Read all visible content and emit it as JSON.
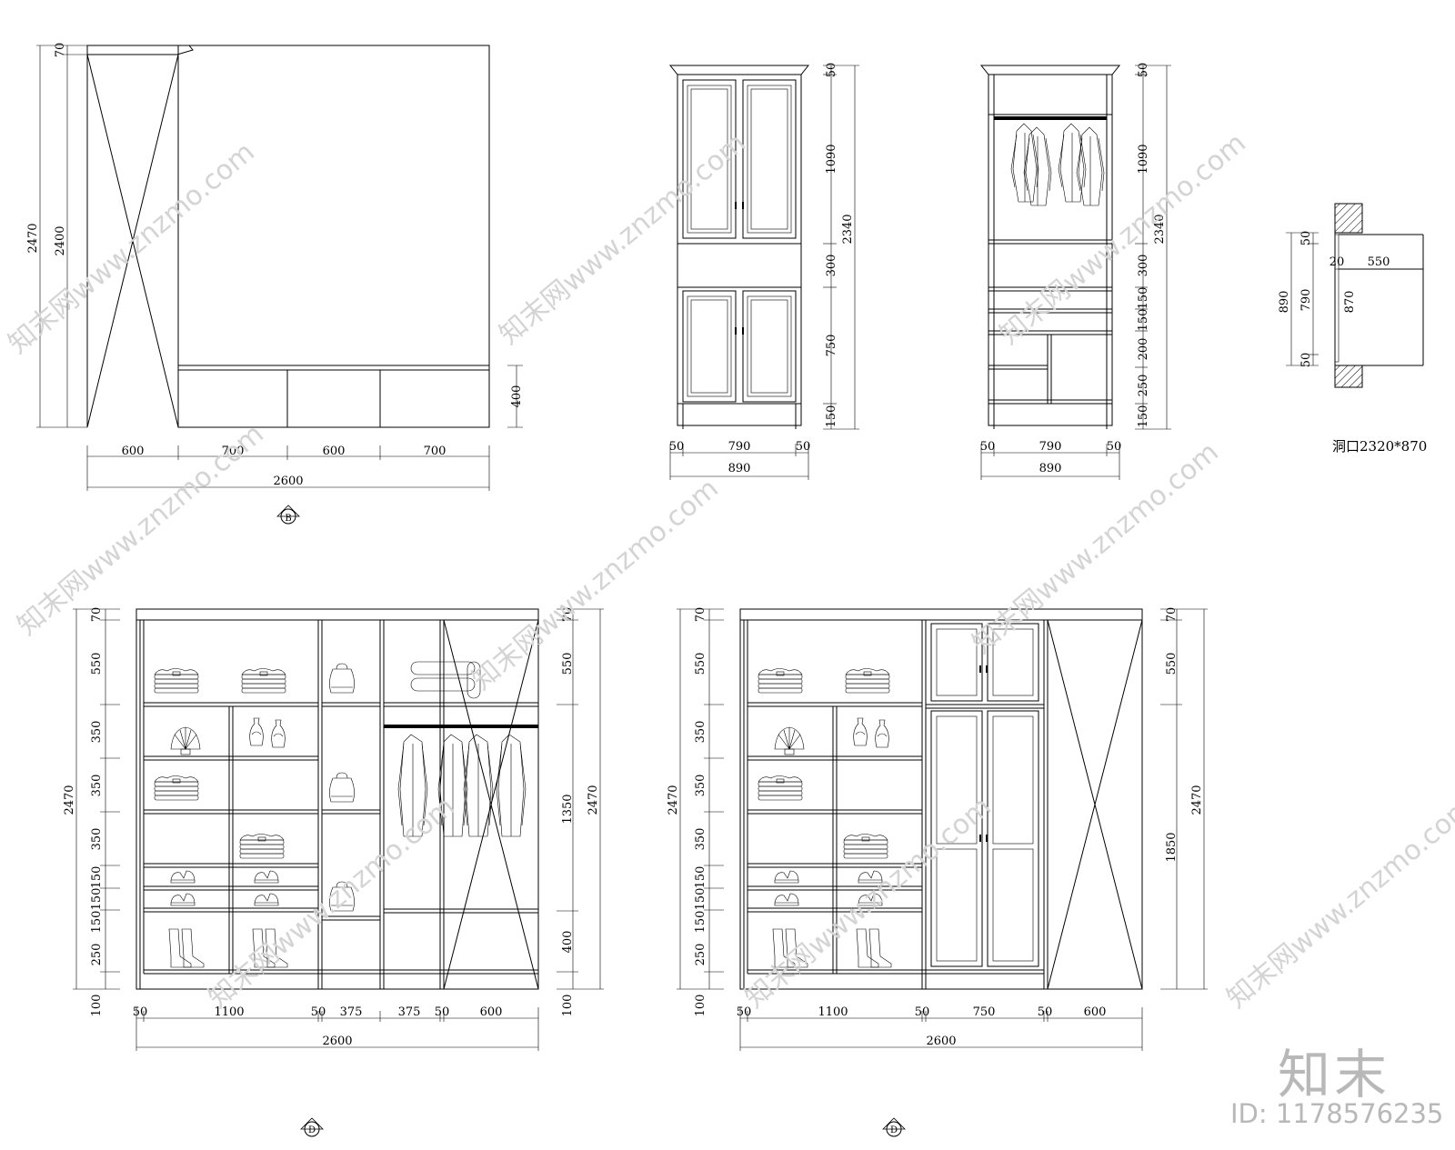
{
  "watermark": "知末网www.znzmo.com",
  "brand": {
    "name": "知末",
    "id_label": "ID: 1178576235"
  },
  "elevation_b": {
    "dims_left": [
      "2470",
      "2400",
      "70"
    ],
    "dims_right": [
      "400"
    ],
    "dims_bottom": [
      "600",
      "700",
      "600",
      "700"
    ],
    "total": "2600",
    "marker": "B"
  },
  "cabinet_doors": {
    "dims_right": [
      "50",
      "1090",
      "300",
      "750",
      "150"
    ],
    "overall": "2340",
    "dims_bottom": [
      "50",
      "790",
      "50"
    ],
    "total": "890"
  },
  "cabinet_open": {
    "dims_right": [
      "50",
      "1090",
      "300",
      "150",
      "150",
      "200",
      "250",
      "150"
    ],
    "overall": "2340",
    "dims_bottom": [
      "50",
      "790",
      "50"
    ],
    "total": "890"
  },
  "section": {
    "dims_left": [
      "890",
      "790",
      "50",
      "50"
    ],
    "dims_top": [
      "20",
      "550"
    ],
    "depth": "870",
    "opening": "洞口2320*870"
  },
  "elevation_d1": {
    "dims_left": [
      "2470",
      "70",
      "550",
      "350",
      "350",
      "350",
      "150",
      "150",
      "150",
      "250",
      "100"
    ],
    "dims_right": [
      "70",
      "550",
      "1350",
      "2470",
      "400",
      "100"
    ],
    "dims_bottom": [
      "50",
      "1100",
      "50",
      "375",
      "375",
      "50",
      "600"
    ],
    "total": "2600",
    "marker": "D"
  },
  "elevation_d2": {
    "dims_left": [
      "2470",
      "70",
      "550",
      "350",
      "350",
      "350",
      "150",
      "150",
      "150",
      "250",
      "100"
    ],
    "dims_right": [
      "70",
      "550",
      "1850",
      "2470"
    ],
    "dims_bottom": [
      "50",
      "1100",
      "50",
      "750",
      "50",
      "600"
    ],
    "total": "2600",
    "marker": "D"
  }
}
